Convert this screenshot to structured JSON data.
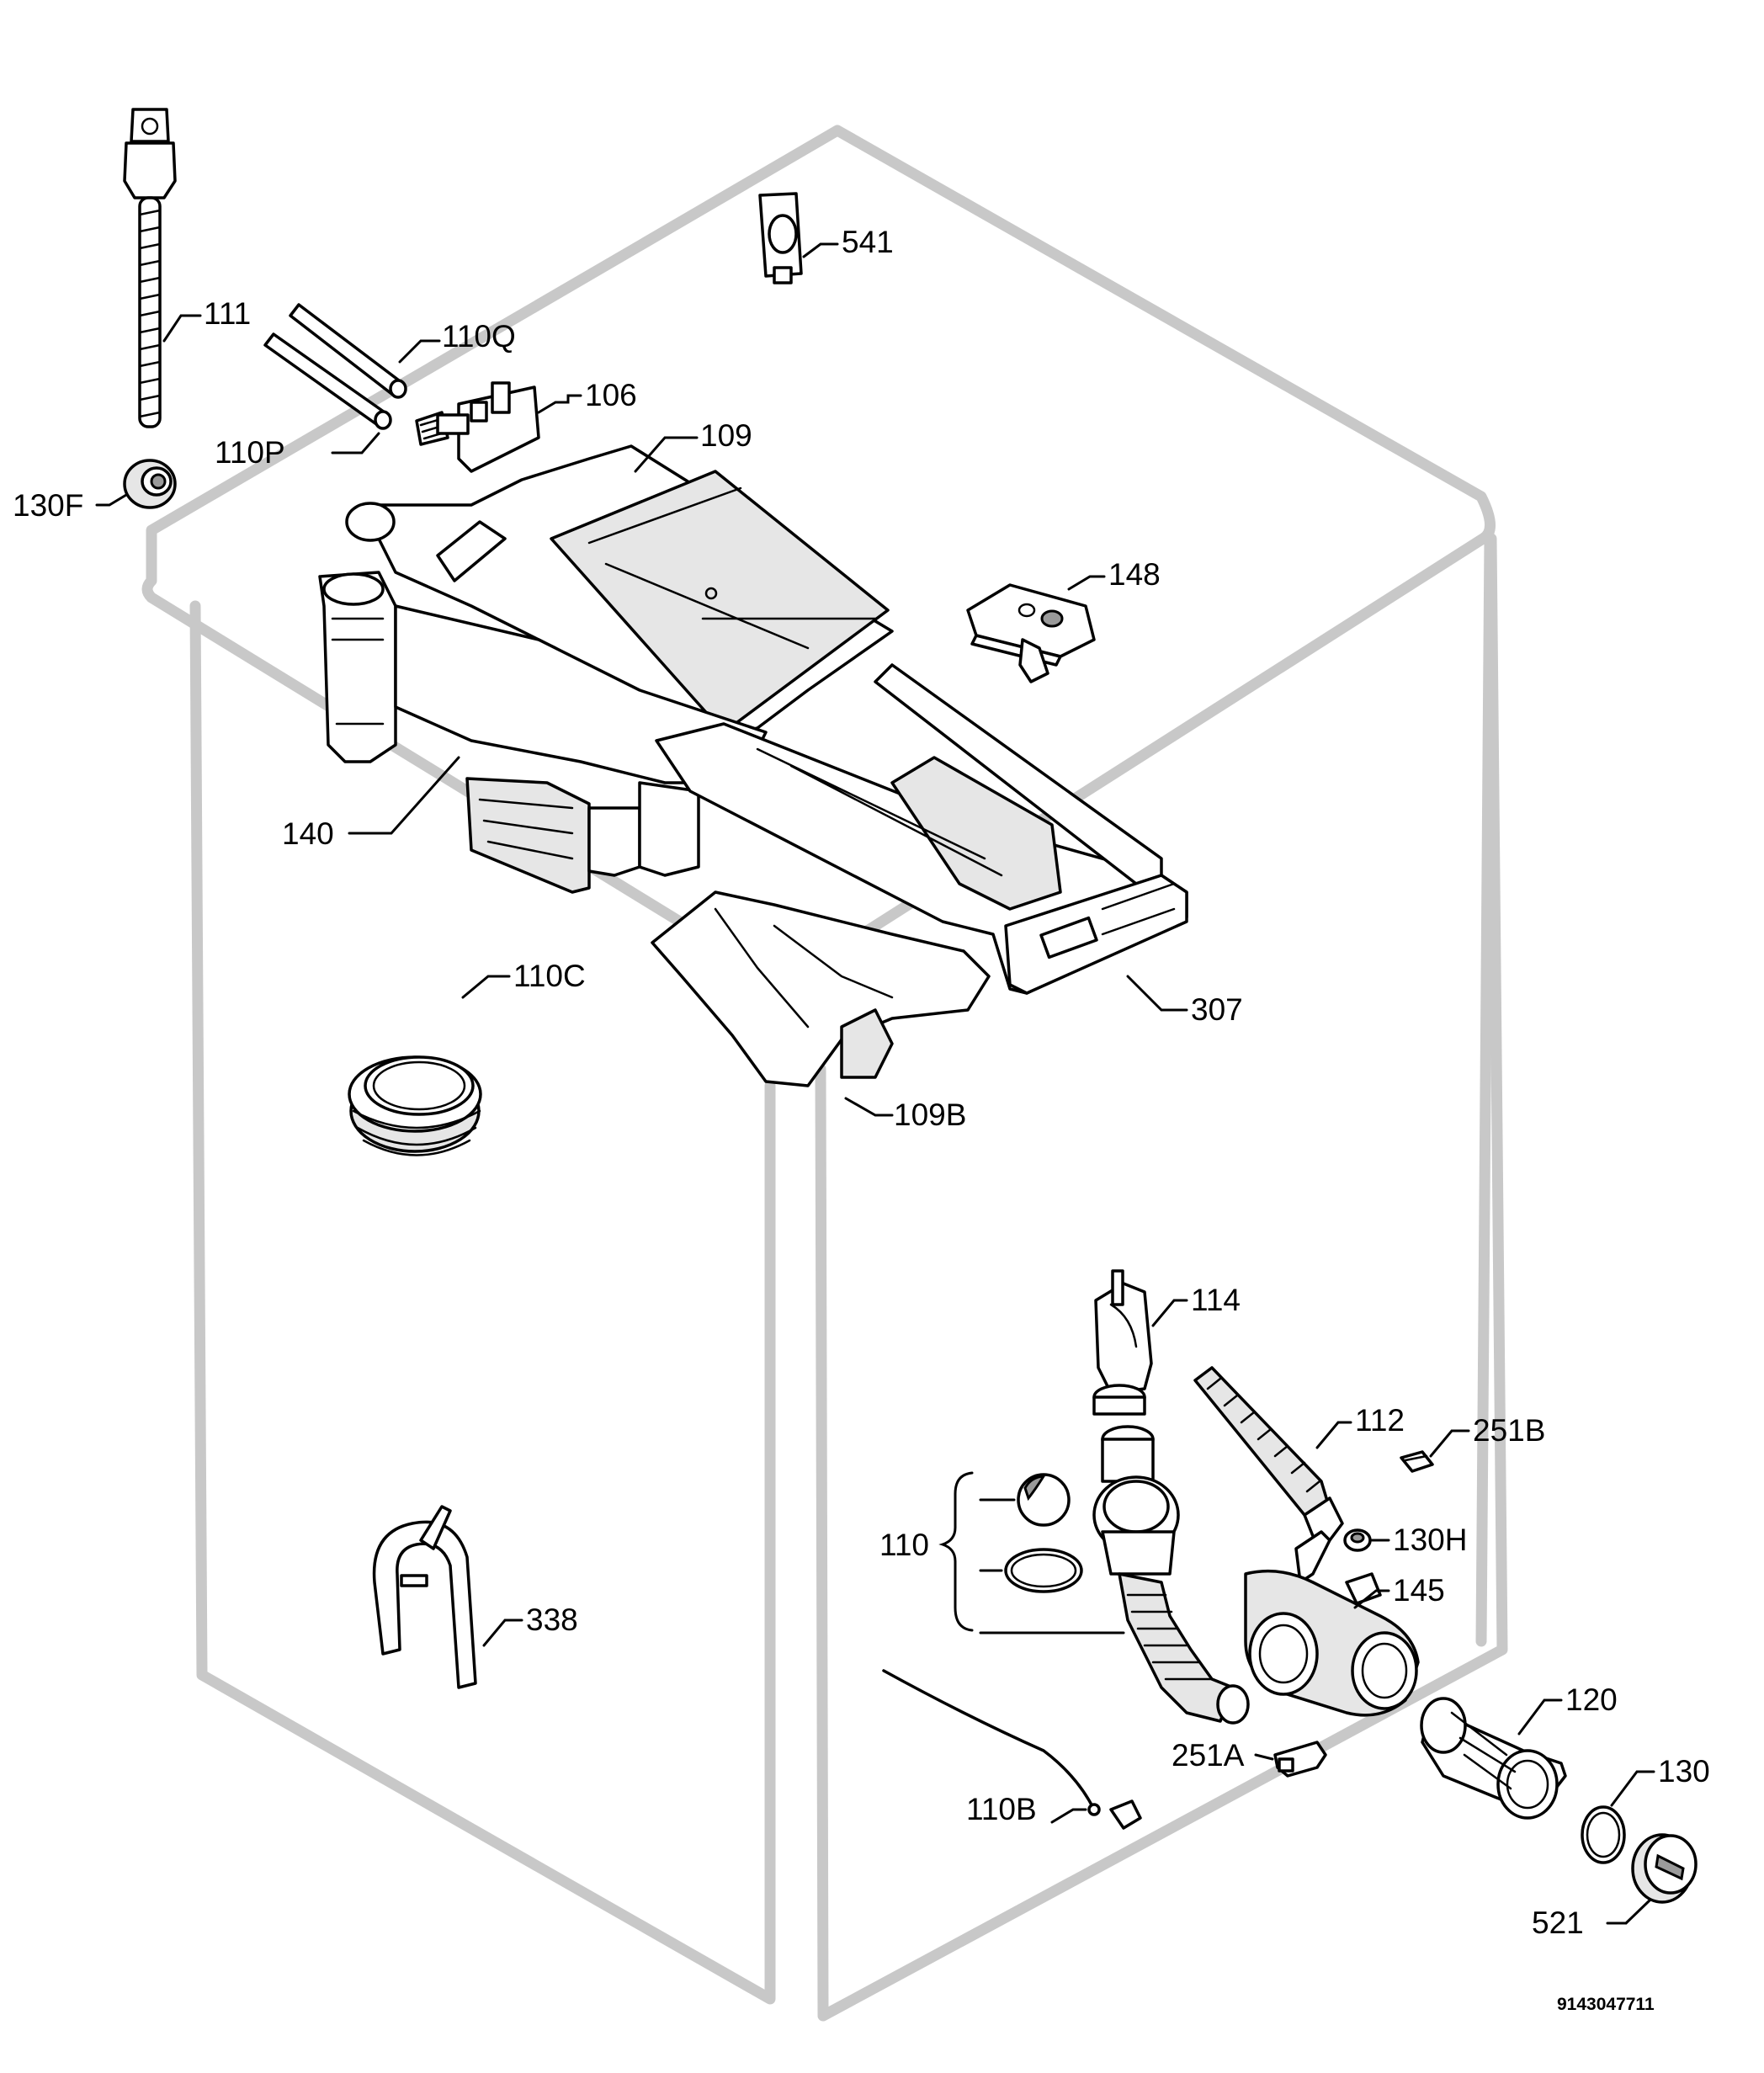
{
  "diagram": {
    "document_number": "9143047711",
    "callouts": {
      "c541": "541",
      "c111": "111",
      "c110Q": "110Q",
      "c106": "106",
      "c110P": "110P",
      "c109": "109",
      "c130F": "130F",
      "c148": "148",
      "c140": "140",
      "c110C": "110C",
      "c307": "307",
      "c109B": "109B",
      "c114": "114",
      "c112": "112",
      "c251B": "251B",
      "c110": "110",
      "c130H": "130H",
      "c145": "145",
      "c338": "338",
      "c120": "120",
      "c251A": "251A",
      "c130": "130",
      "c110B": "110B",
      "c521": "521"
    }
  }
}
